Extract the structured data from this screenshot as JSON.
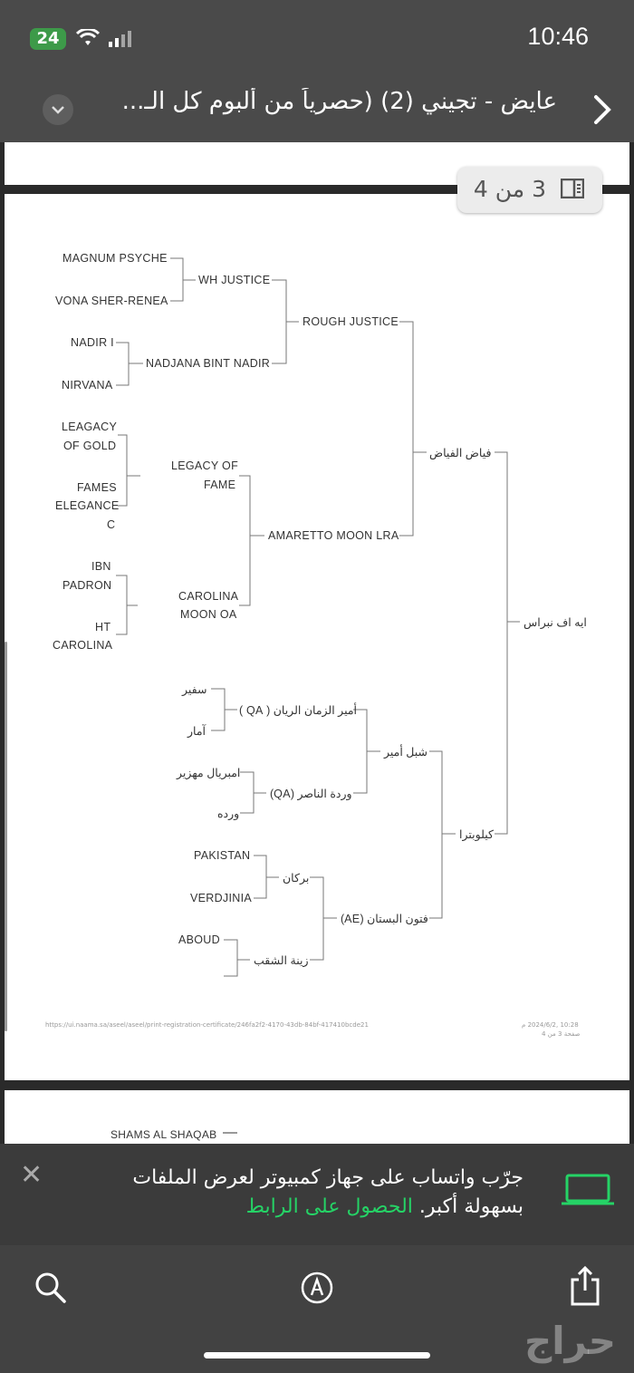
{
  "status_bar": {
    "battery": "24",
    "time": "10:46"
  },
  "header": {
    "title": "عايض - تجيني (2)  (حصرياً من ألبوم كل الـ..."
  },
  "page_indicator": {
    "text": "3 من 4"
  },
  "pedigree": {
    "sire_side": {
      "ggs1": "MAGNUM PSYCHE",
      "ggd1": "VONA SHER-RENEA",
      "gs1": "WH JUSTICE",
      "ggs2": "NADIR I",
      "ggd2": "NIRVANA",
      "gd1": "NADJANA BINT NADIR",
      "gsire": "ROUGH JUSTICE",
      "ggs3a": "LEAGACY",
      "ggs3b": "OF GOLD",
      "ggd3a": "FAMES",
      "ggd3b": "ELEGANCE",
      "ggd3c": "C",
      "gs2a": "LEGACY OF",
      "gs2b": "FAME",
      "ggs4a": "IBN",
      "ggs4b": "PADRON",
      "ggd4a": "HT",
      "ggd4b": "CAROLINA",
      "gd2a": "CAROLINA",
      "gd2b": "MOON OA",
      "gdam": "AMARETTO MOON LRA",
      "sire": "فياض الفياض"
    },
    "subject": "ايه اف نبراس",
    "dam_side": {
      "a1": "سفير",
      "a2": "آمار",
      "a_parent": "أمير الزمان الريان ( QA )",
      "b1": "امبريال مهزير",
      "b2": "ورده",
      "b_parent": "وردة الناصر (QA)",
      "ab_parent": "شبل أمير",
      "c1": "PAKISTAN",
      "c2": "VERDJINIA",
      "c_parent": "بركان",
      "d1": "ABOUD",
      "d_parent": "زينة الشقب",
      "cd_parent": "فتون البستان (AE)",
      "dam": "كيلوبترا"
    },
    "footer_url": "https://ui.naama.sa/aseel/aseel/print-registration-certificate/246fa2f2-4170-43db-84bf-417410bcde21",
    "footer_date": "10:28 ,2024/6/2 م",
    "footer_page": "صفحة 3 من 4"
  },
  "next_page": {
    "label": "SHAMS AL SHAQAB"
  },
  "banner": {
    "line1": "جرّب واتساب على جهاز كمبيوتر لعرض الملفات",
    "line2": "بسهولة أكبر.",
    "link": "الحصول على الرابط"
  },
  "watermark": "حراج"
}
